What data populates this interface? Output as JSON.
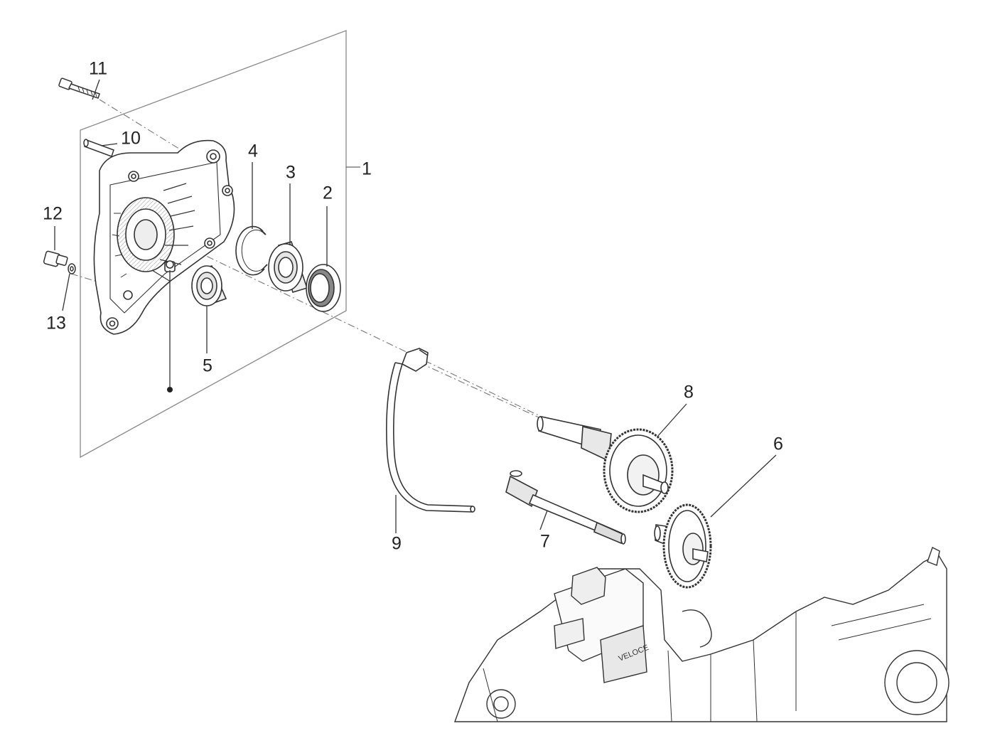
{
  "diagram": {
    "callouts": [
      {
        "id": "1",
        "text": "1"
      },
      {
        "id": "2",
        "text": "2"
      },
      {
        "id": "3",
        "text": "3"
      },
      {
        "id": "4",
        "text": "4"
      },
      {
        "id": "5",
        "text": "5"
      },
      {
        "id": "6",
        "text": "6"
      },
      {
        "id": "7",
        "text": "7"
      },
      {
        "id": "8",
        "text": "8"
      },
      {
        "id": "9",
        "text": "9"
      },
      {
        "id": "10",
        "text": "10"
      },
      {
        "id": "11",
        "text": "11"
      },
      {
        "id": "12",
        "text": "12"
      },
      {
        "id": "13",
        "text": "13"
      }
    ],
    "engine_emblem": "VELOCE"
  }
}
